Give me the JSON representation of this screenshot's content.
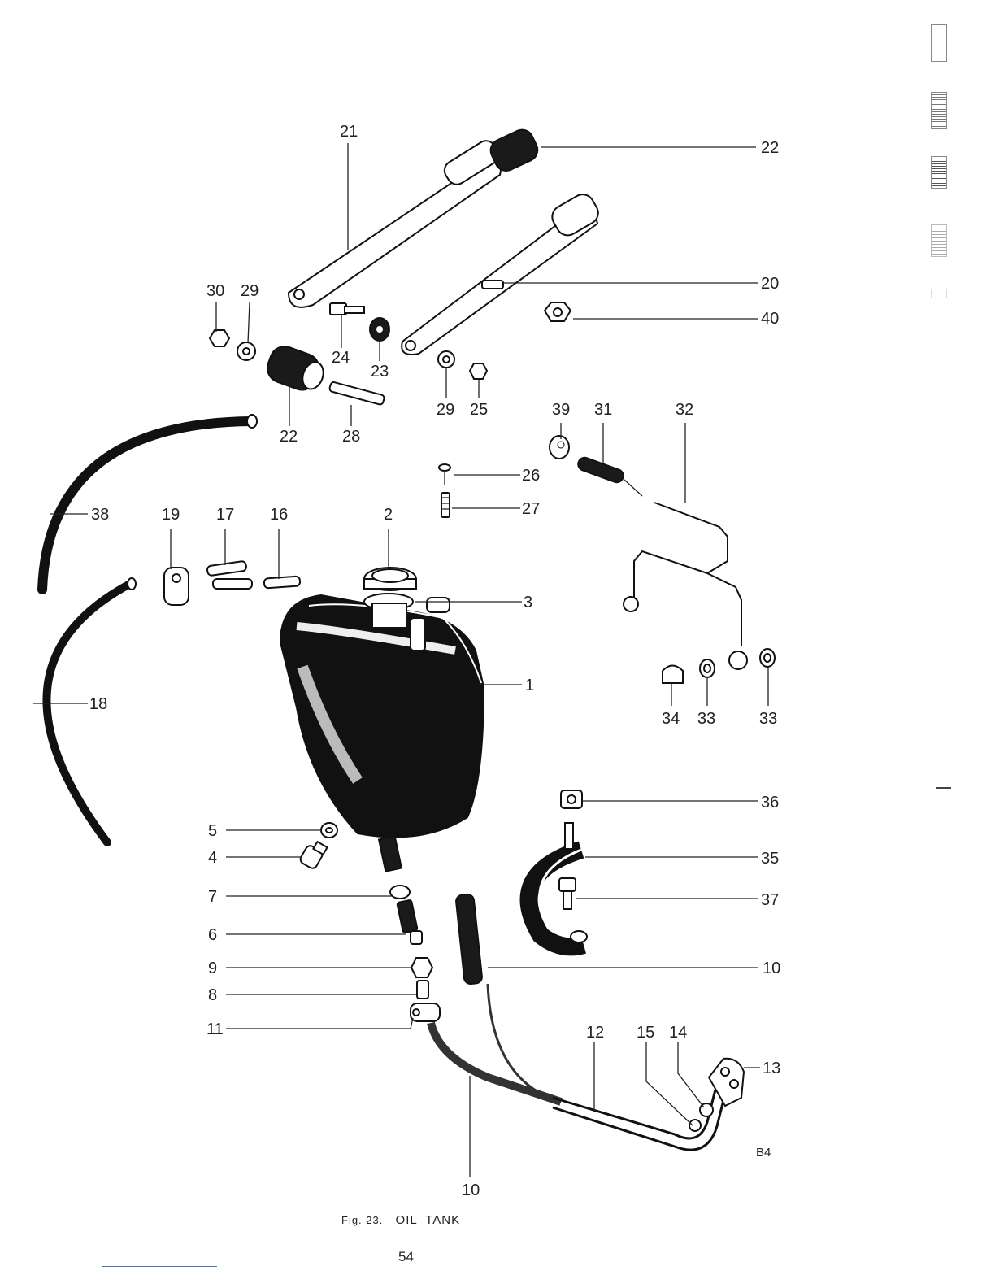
{
  "figure": {
    "number_label": "Fig. 23.",
    "title": "OIL  TANK",
    "reference": "B4",
    "page_number": "54"
  },
  "callouts": [
    {
      "id": "21",
      "text": "21"
    },
    {
      "id": "22a",
      "text": "22"
    },
    {
      "id": "20",
      "text": "20"
    },
    {
      "id": "40",
      "text": "40"
    },
    {
      "id": "30",
      "text": "30"
    },
    {
      "id": "29a",
      "text": "29"
    },
    {
      "id": "24",
      "text": "24"
    },
    {
      "id": "23",
      "text": "23"
    },
    {
      "id": "29b",
      "text": "29"
    },
    {
      "id": "25",
      "text": "25"
    },
    {
      "id": "22b",
      "text": "22"
    },
    {
      "id": "28",
      "text": "28"
    },
    {
      "id": "39",
      "text": "39"
    },
    {
      "id": "31",
      "text": "31"
    },
    {
      "id": "32",
      "text": "32"
    },
    {
      "id": "26",
      "text": "26"
    },
    {
      "id": "27",
      "text": "27"
    },
    {
      "id": "38",
      "text": "38"
    },
    {
      "id": "19",
      "text": "19"
    },
    {
      "id": "17",
      "text": "17"
    },
    {
      "id": "16",
      "text": "16"
    },
    {
      "id": "2",
      "text": "2"
    },
    {
      "id": "3",
      "text": "3"
    },
    {
      "id": "1",
      "text": "1"
    },
    {
      "id": "18",
      "text": "18"
    },
    {
      "id": "34",
      "text": "34"
    },
    {
      "id": "33a",
      "text": "33"
    },
    {
      "id": "33b",
      "text": "33"
    },
    {
      "id": "36",
      "text": "36"
    },
    {
      "id": "35",
      "text": "35"
    },
    {
      "id": "37",
      "text": "37"
    },
    {
      "id": "5",
      "text": "5"
    },
    {
      "id": "4",
      "text": "4"
    },
    {
      "id": "7",
      "text": "7"
    },
    {
      "id": "6",
      "text": "6"
    },
    {
      "id": "9",
      "text": "9"
    },
    {
      "id": "8",
      "text": "8"
    },
    {
      "id": "11",
      "text": "11"
    },
    {
      "id": "10a",
      "text": "10"
    },
    {
      "id": "12",
      "text": "12"
    },
    {
      "id": "15",
      "text": "15"
    },
    {
      "id": "14",
      "text": "14"
    },
    {
      "id": "13",
      "text": "13"
    },
    {
      "id": "10b",
      "text": "10"
    }
  ]
}
